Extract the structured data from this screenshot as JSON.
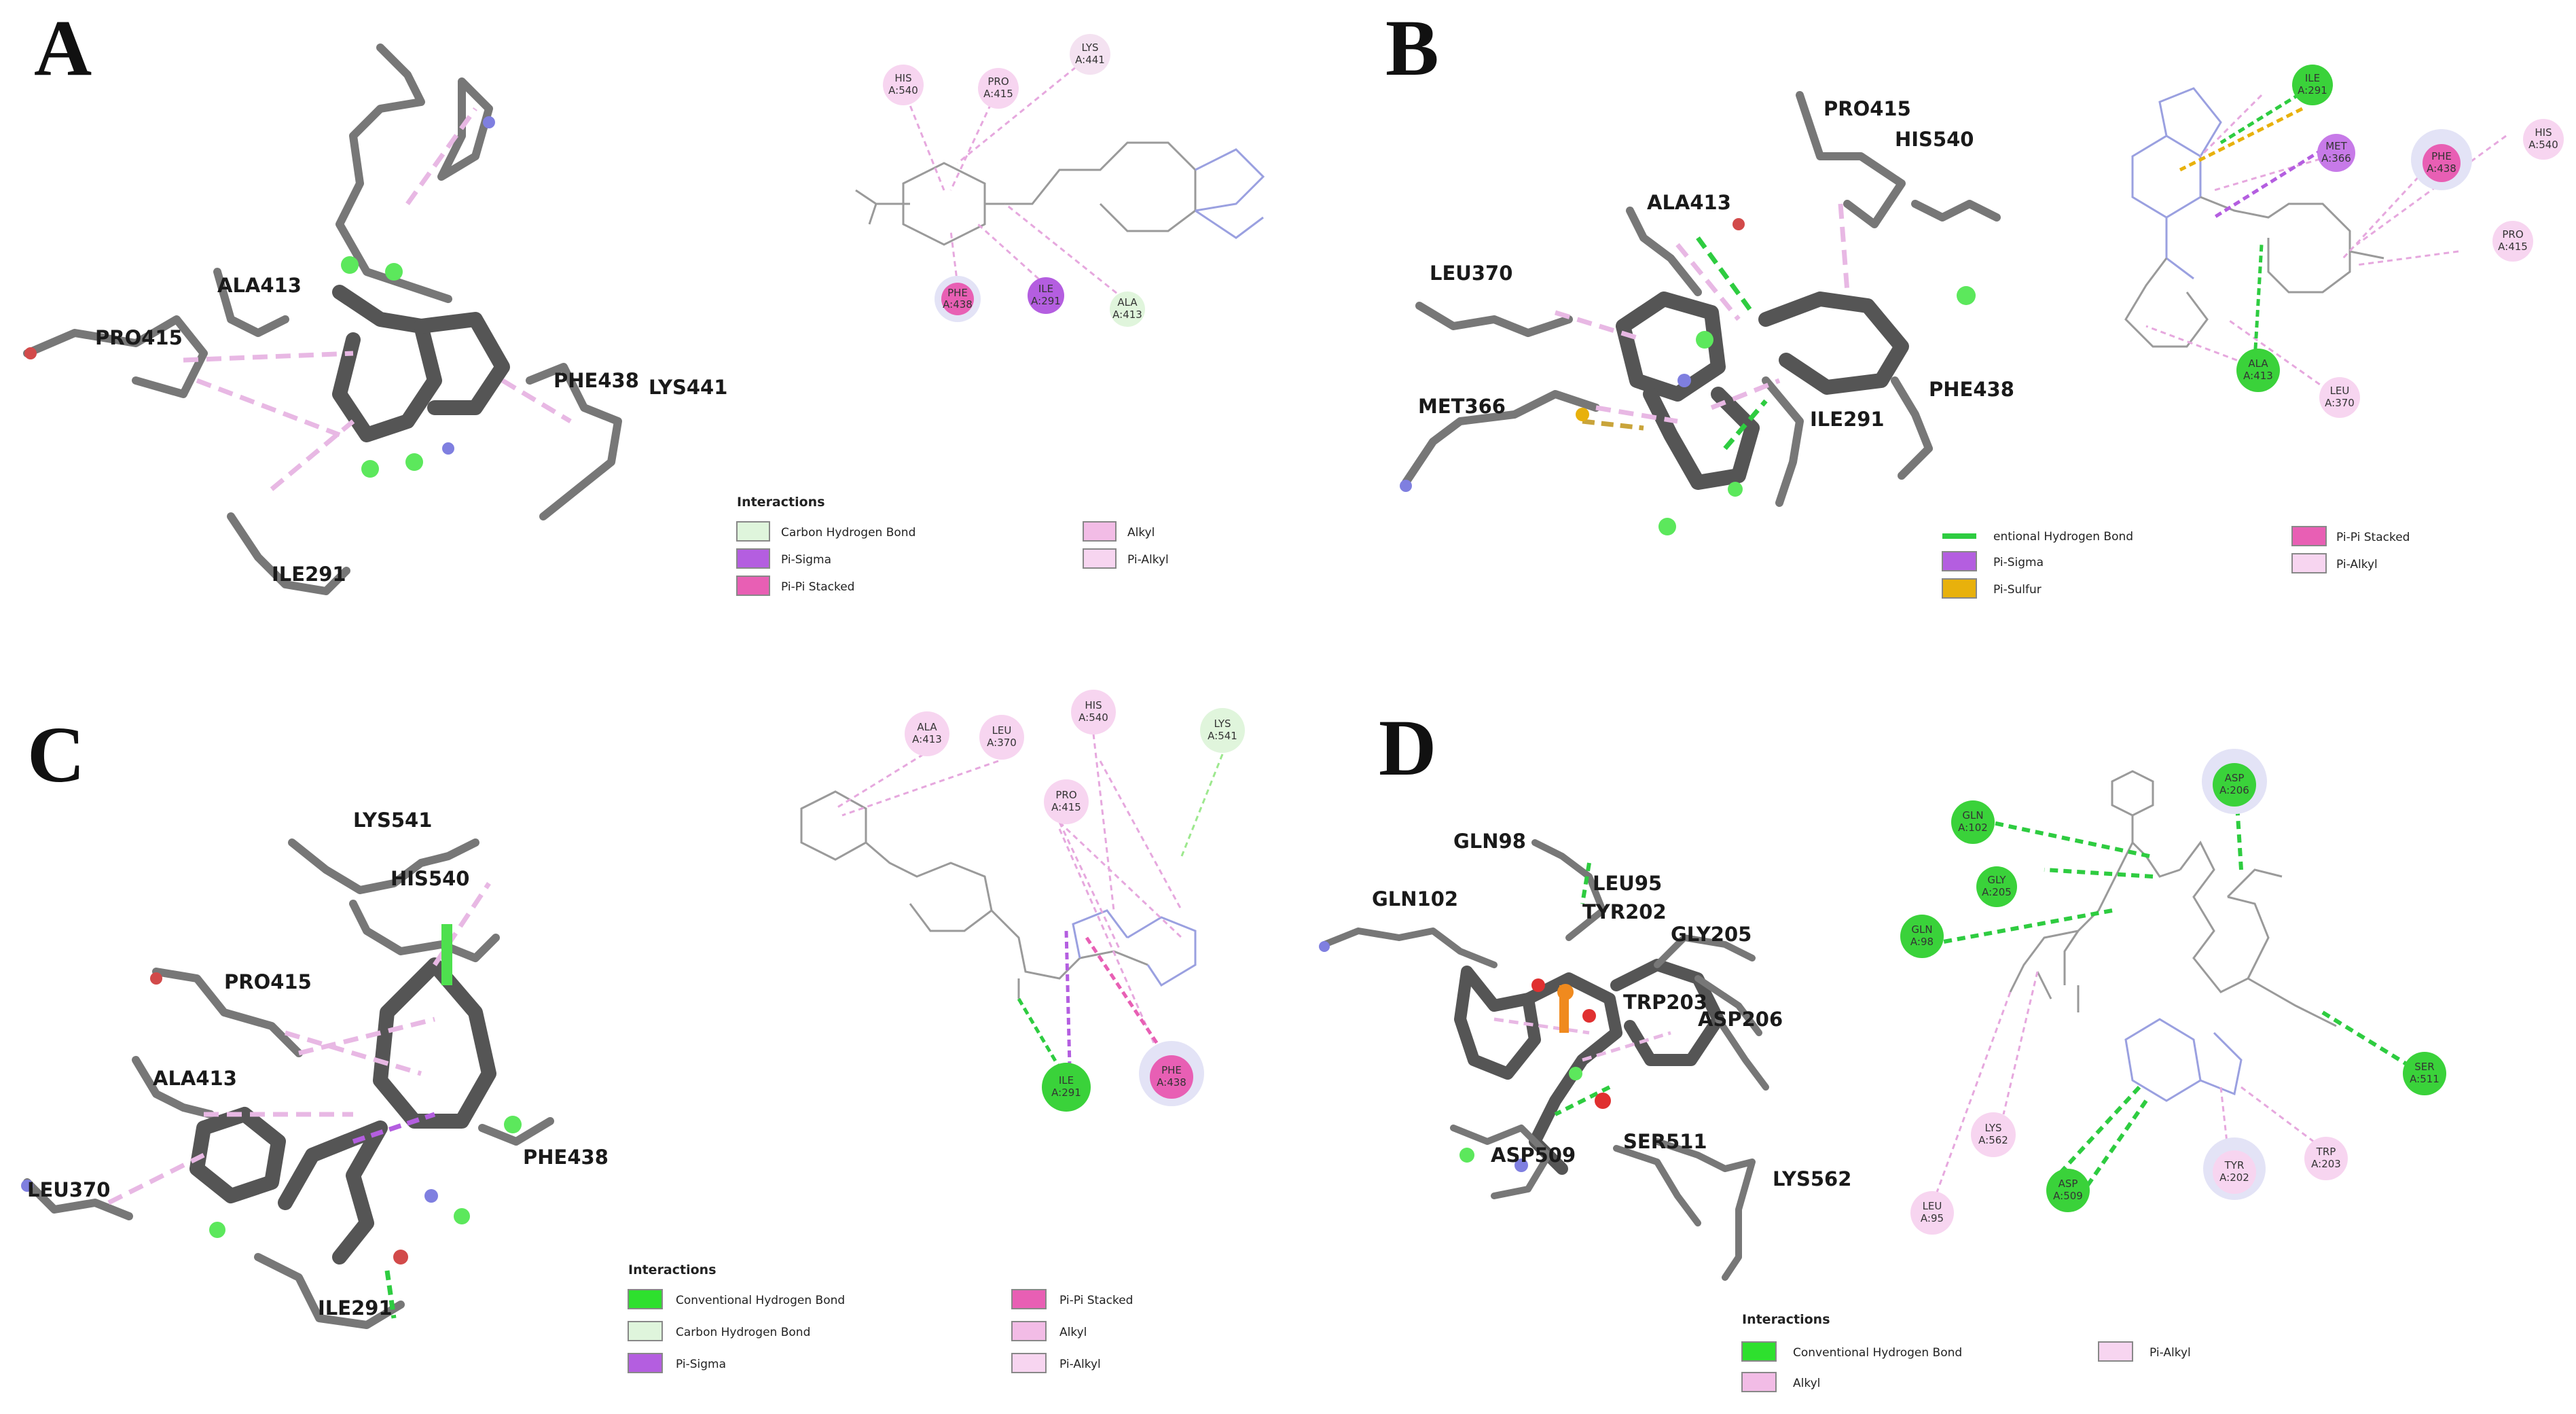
{
  "panels": [
    {
      "letter": "A",
      "residues_3d": [
        "PRO415",
        "ALA413",
        "PHE438",
        "LYS441",
        "ILE291"
      ],
      "residues_2d": [
        {
          "l1": "HIS",
          "l2": "A:540",
          "type": "pi-alkyl"
        },
        {
          "l1": "PRO",
          "l2": "A:415",
          "type": "pi-alkyl"
        },
        {
          "l1": "LYS",
          "l2": "A:441",
          "type": "alkyl"
        },
        {
          "l1": "PHE",
          "l2": "A:438",
          "type": "pi-pi"
        },
        {
          "l1": "ILE",
          "l2": "A:291",
          "type": "pi-sigma"
        },
        {
          "l1": "ALA",
          "l2": "A:413",
          "type": "carbon-hbond"
        }
      ],
      "legend": {
        "title": "Interactions",
        "items": [
          {
            "label": "Carbon Hydrogen Bond",
            "color": "#dff5dc"
          },
          {
            "label": "Pi-Sigma",
            "color": "#b45ee0"
          },
          {
            "label": "Pi-Pi Stacked",
            "color": "#e85fb4"
          },
          {
            "label": "Alkyl",
            "color": "#f2bce6"
          },
          {
            "label": "Pi-Alkyl",
            "color": "#f7d5f0"
          }
        ]
      }
    },
    {
      "letter": "B",
      "residues_3d": [
        "PRO415",
        "HIS540",
        "ALA413",
        "LEU370",
        "MET366",
        "PHE438",
        "ILE291"
      ],
      "residues_2d": [
        {
          "l1": "ILE",
          "l2": "A:291",
          "type": "conv-hbond"
        },
        {
          "l1": "MET",
          "l2": "A:366",
          "type": "pi-sigma"
        },
        {
          "l1": "PHE",
          "l2": "A:438",
          "type": "pi-pi"
        },
        {
          "l1": "HIS",
          "l2": "A:540",
          "type": "pi-alkyl"
        },
        {
          "l1": "PRO",
          "l2": "A:415",
          "type": "pi-alkyl"
        },
        {
          "l1": "ALA",
          "l2": "A:413",
          "type": "conv-hbond"
        },
        {
          "l1": "LEU",
          "l2": "A:370",
          "type": "pi-alkyl"
        }
      ],
      "legend": {
        "title": "",
        "items": [
          {
            "label": "entional Hydrogen Bond",
            "color": "#2ecc40"
          },
          {
            "label": "Pi-Sigma",
            "color": "#b45ee0"
          },
          {
            "label": "Pi-Sulfur",
            "color": "#e8b10c"
          },
          {
            "label": "Pi-Pi Stacked",
            "color": "#e85fb4"
          },
          {
            "label": "Pi-Alkyl",
            "color": "#f7d5f0"
          }
        ]
      }
    },
    {
      "letter": "C",
      "residues_3d": [
        "LYS541",
        "HIS540",
        "PRO415",
        "ALA413",
        "LEU370",
        "PHE438",
        "ILE291"
      ],
      "residues_2d": [
        {
          "l1": "ALA",
          "l2": "A:413",
          "type": "pi-alkyl"
        },
        {
          "l1": "LEU",
          "l2": "A:370",
          "type": "pi-alkyl"
        },
        {
          "l1": "HIS",
          "l2": "A:540",
          "type": "pi-alkyl"
        },
        {
          "l1": "LYS",
          "l2": "A:541",
          "type": "carbon-hbond"
        },
        {
          "l1": "PRO",
          "l2": "A:415",
          "type": "pi-alkyl"
        },
        {
          "l1": "ILE",
          "l2": "A:291",
          "type": "conv-hbond"
        },
        {
          "l1": "PHE",
          "l2": "A:438",
          "type": "pi-pi"
        }
      ],
      "legend": {
        "title": "Interactions",
        "items": [
          {
            "label": "Conventional Hydrogen Bond",
            "color": "#2ee02e"
          },
          {
            "label": "Carbon Hydrogen Bond",
            "color": "#dff5dc"
          },
          {
            "label": "Pi-Sigma",
            "color": "#b45ee0"
          },
          {
            "label": "Pi-Pi Stacked",
            "color": "#e85fb4"
          },
          {
            "label": "Alkyl",
            "color": "#f2bce6"
          },
          {
            "label": "Pi-Alkyl",
            "color": "#f7d5f0"
          }
        ]
      }
    },
    {
      "letter": "D",
      "residues_3d": [
        "GLN98",
        "GLN102",
        "LEU95",
        "TYR202",
        "GLY205",
        "TRP203",
        "ASP206",
        "SER511",
        "ASP509",
        "LYS562"
      ],
      "residues_2d": [
        {
          "l1": "GLN",
          "l2": "A:102",
          "type": "conv-hbond"
        },
        {
          "l1": "ASP",
          "l2": "A:206",
          "type": "conv-hbond"
        },
        {
          "l1": "GLY",
          "l2": "A:205",
          "type": "conv-hbond"
        },
        {
          "l1": "GLN",
          "l2": "A:98",
          "type": "conv-hbond"
        },
        {
          "l1": "SER",
          "l2": "A:511",
          "type": "conv-hbond"
        },
        {
          "l1": "LYS",
          "l2": "A:562",
          "type": "alkyl"
        },
        {
          "l1": "TYR",
          "l2": "A:202",
          "type": "pi-alkyl"
        },
        {
          "l1": "TRP",
          "l2": "A:203",
          "type": "pi-alkyl"
        },
        {
          "l1": "LEU",
          "l2": "A:95",
          "type": "pi-alkyl"
        },
        {
          "l1": "ASP",
          "l2": "A:509",
          "type": "conv-hbond"
        }
      ],
      "legend": {
        "title": "Interactions",
        "items": [
          {
            "label": "Conventional Hydrogen Bond",
            "color": "#2ee02e"
          },
          {
            "label": "Alkyl",
            "color": "#f2bce6"
          },
          {
            "label": "Pi-Alkyl",
            "color": "#f7d5f0"
          }
        ]
      }
    }
  ],
  "colors": {
    "conv-hbond": "#3ad23a",
    "carbon-hbond": "#d9f2d4",
    "pi-sigma": "#b45ee0",
    "pi-pi": "#e85fb4",
    "pi-sulfur": "#e8b10c",
    "alkyl": "#f2bce6",
    "pi-alkyl": "#f7d5f0"
  }
}
